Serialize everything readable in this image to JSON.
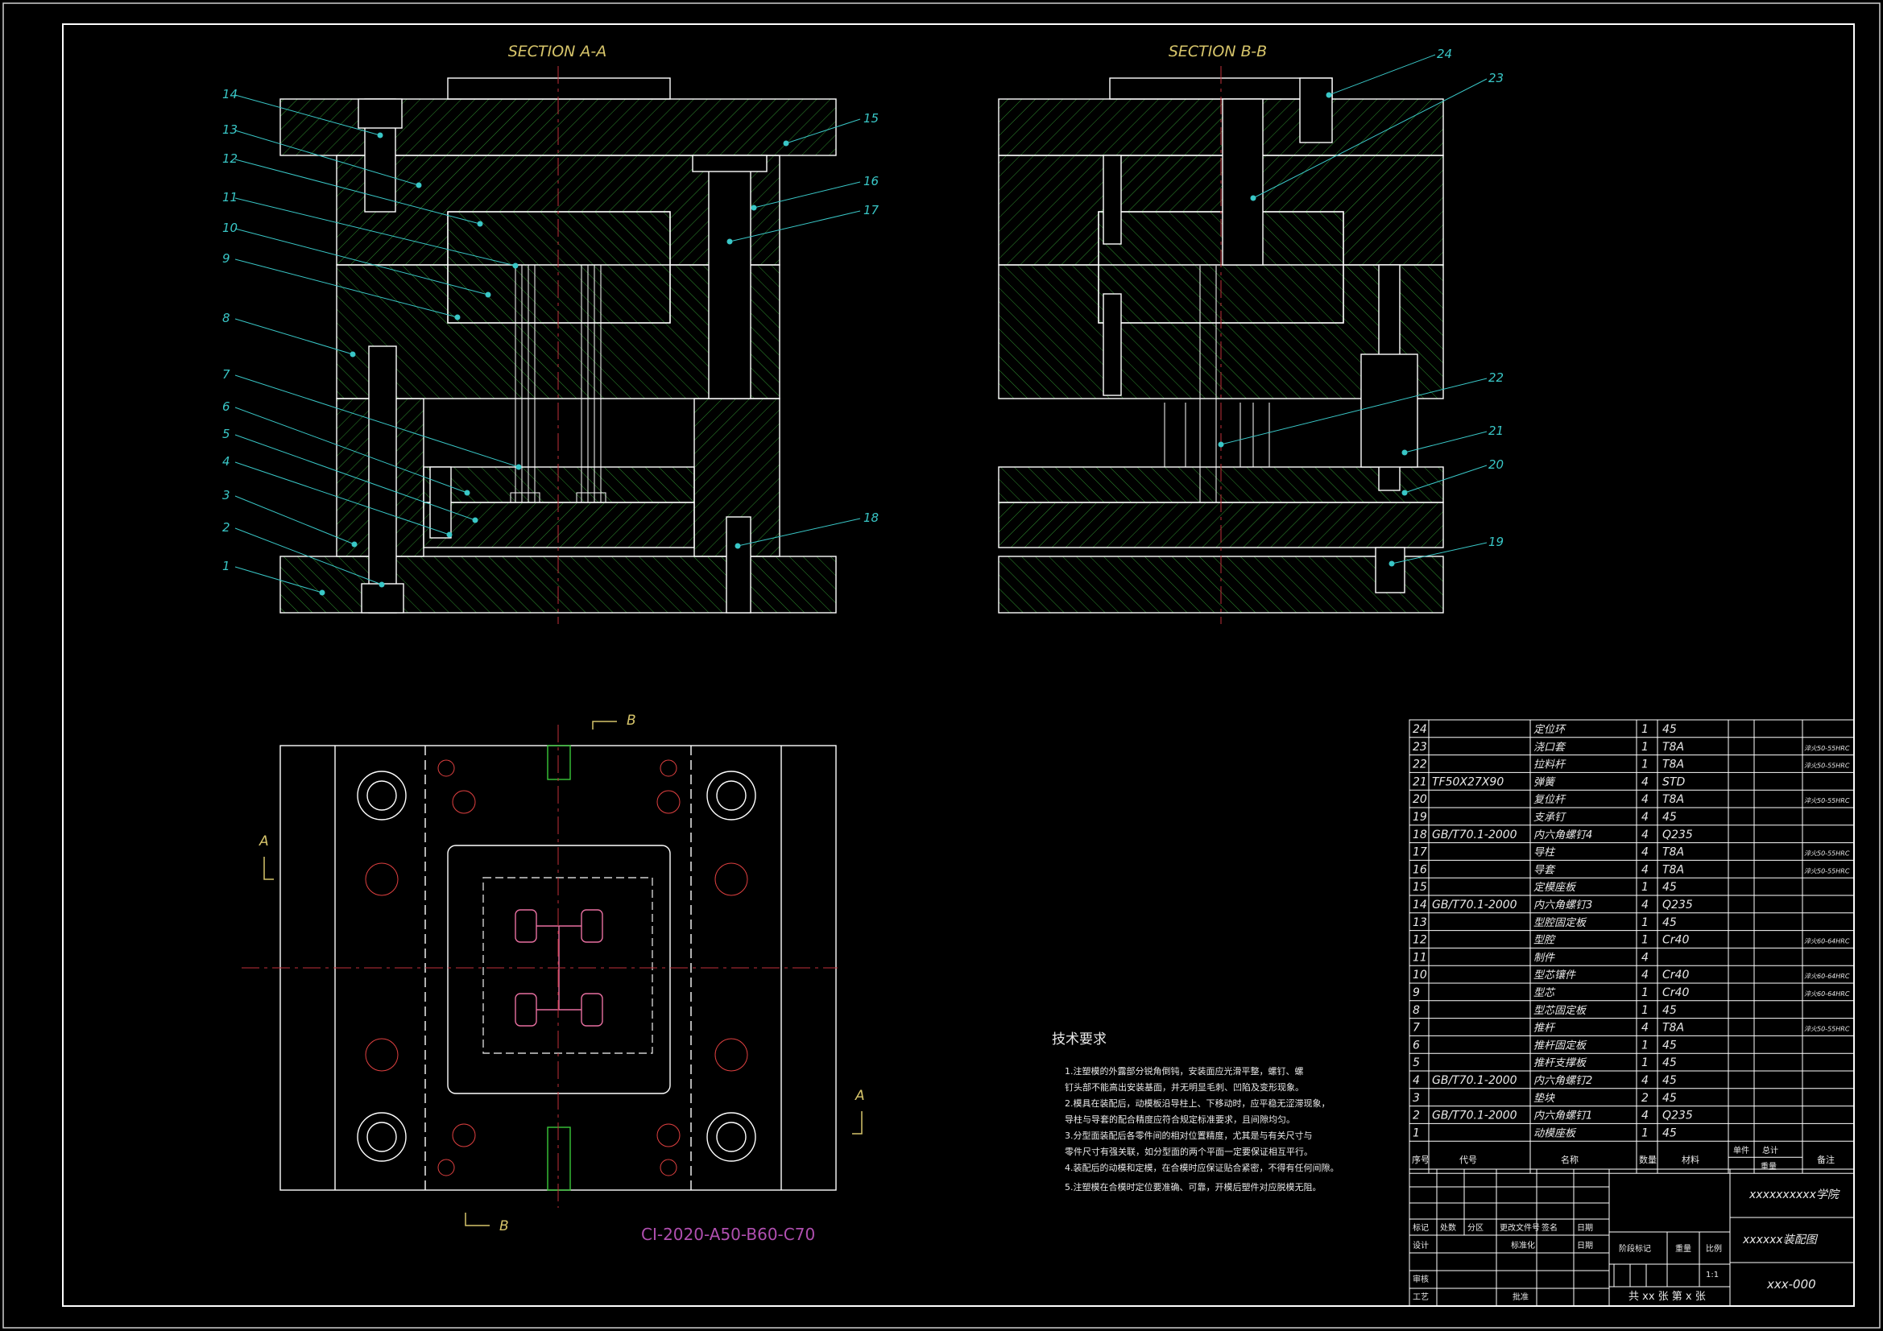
{
  "views": {
    "section_a_title": "SECTION A-A",
    "section_b_title": "SECTION B-B",
    "plan_b_top": "B",
    "plan_b_bottom": "B",
    "plan_a_left": "A",
    "plan_a_right": "A",
    "part_code": "CI-2020-A50-B60-C70"
  },
  "callouts_a": [
    "14",
    "13",
    "12",
    "11",
    "10",
    "9",
    "8",
    "7",
    "6",
    "5",
    "4",
    "3",
    "2",
    "1",
    "15",
    "16",
    "17",
    "18"
  ],
  "callouts_b": [
    "24",
    "23",
    "22",
    "21",
    "20",
    "19"
  ],
  "tech_req": {
    "title": "技术要求",
    "items": [
      "1.注塑模的外露部分锐角倒钝，安装面应光滑平整，螺钉、螺",
      "  钉头部不能高出安装基面，并无明显毛刺、凹陷及变形现象。",
      "2.模具在装配后，动模板沿导柱上、下移动时，应平稳无涩滞现象，",
      "  导柱与导套的配合精度应符合规定标准要求，且间隙均匀。",
      "3.分型面装配后各零件间的相对位置精度，尤其是与有关尺寸与",
      "  零件尺寸有强关联，如分型面的两个平面一定要保证相互平行。",
      "4.装配后的动模和定模，在合模时应保证贴合紧密，不得有任何间隙。",
      "5.注塑模在合模时定位要准确、可靠，开模后塑件对应脱模无阻。"
    ]
  },
  "bom": {
    "rows": [
      {
        "no": "24",
        "code": "",
        "name": "定位环",
        "qty": "1",
        "mat": "45",
        "note": ""
      },
      {
        "no": "23",
        "code": "",
        "name": "浇口套",
        "qty": "1",
        "mat": "T8A",
        "note": "淬火50-55HRC"
      },
      {
        "no": "22",
        "code": "",
        "name": "拉料杆",
        "qty": "1",
        "mat": "T8A",
        "note": "淬火50-55HRC"
      },
      {
        "no": "21",
        "code": "TF50X27X90",
        "name": "弹簧",
        "qty": "4",
        "mat": "STD",
        "note": ""
      },
      {
        "no": "20",
        "code": "",
        "name": "复位杆",
        "qty": "4",
        "mat": "T8A",
        "note": "淬火50-55HRC"
      },
      {
        "no": "19",
        "code": "",
        "name": "支承钉",
        "qty": "4",
        "mat": "45",
        "note": ""
      },
      {
        "no": "18",
        "code": "GB/T70.1-2000",
        "name": "内六角螺钉4",
        "qty": "4",
        "mat": "Q235",
        "note": ""
      },
      {
        "no": "17",
        "code": "",
        "name": "导柱",
        "qty": "4",
        "mat": "T8A",
        "note": "淬火50-55HRC"
      },
      {
        "no": "16",
        "code": "",
        "name": "导套",
        "qty": "4",
        "mat": "T8A",
        "note": "淬火50-55HRC"
      },
      {
        "no": "15",
        "code": "",
        "name": "定模座板",
        "qty": "1",
        "mat": "45",
        "note": ""
      },
      {
        "no": "14",
        "code": "GB/T70.1-2000",
        "name": "内六角螺钉3",
        "qty": "4",
        "mat": "Q235",
        "note": ""
      },
      {
        "no": "13",
        "code": "",
        "name": "型腔固定板",
        "qty": "1",
        "mat": "45",
        "note": ""
      },
      {
        "no": "12",
        "code": "",
        "name": "型腔",
        "qty": "1",
        "mat": "Cr40",
        "note": "淬火60-64HRC"
      },
      {
        "no": "11",
        "code": "",
        "name": "制件",
        "qty": "4",
        "mat": "",
        "note": ""
      },
      {
        "no": "10",
        "code": "",
        "name": "型芯镶件",
        "qty": "4",
        "mat": "Cr40",
        "note": "淬火60-64HRC"
      },
      {
        "no": "9",
        "code": "",
        "name": "型芯",
        "qty": "1",
        "mat": "Cr40",
        "note": "淬火60-64HRC"
      },
      {
        "no": "8",
        "code": "",
        "name": "型芯固定板",
        "qty": "1",
        "mat": "45",
        "note": ""
      },
      {
        "no": "7",
        "code": "",
        "name": "推杆",
        "qty": "4",
        "mat": "T8A",
        "note": "淬火50-55HRC"
      },
      {
        "no": "6",
        "code": "",
        "name": "推杆固定板",
        "qty": "1",
        "mat": "45",
        "note": ""
      },
      {
        "no": "5",
        "code": "",
        "name": "推杆支撑板",
        "qty": "1",
        "mat": "45",
        "note": ""
      },
      {
        "no": "4",
        "code": "GB/T70.1-2000",
        "name": "内六角螺钉2",
        "qty": "4",
        "mat": "45",
        "note": ""
      },
      {
        "no": "3",
        "code": "",
        "name": "垫块",
        "qty": "2",
        "mat": "45",
        "note": ""
      },
      {
        "no": "2",
        "code": "GB/T70.1-2000",
        "name": "内六角螺钉1",
        "qty": "4",
        "mat": "Q235",
        "note": ""
      },
      {
        "no": "1",
        "code": "",
        "name": "动模座板",
        "qty": "1",
        "mat": "45",
        "note": ""
      }
    ],
    "header": {
      "no": "序号",
      "code": "代号",
      "name": "名称",
      "qty": "数量",
      "mat": "材料",
      "unit": "单件",
      "total": "总计",
      "weight": "重量",
      "note": "备注"
    }
  },
  "title_block": {
    "school": "xxxxxxxxxx学院",
    "drawing_name": "xxxxxx装配图",
    "drawing_no": "xxx-000",
    "scale": "1:1",
    "sheets": "共 xx 张  第 x 张",
    "labels": {
      "mark": "标记",
      "count": "处数",
      "zone": "分区",
      "change_doc": "更改文件号",
      "sign": "签名",
      "date": "日期",
      "design": "设计",
      "standard": "标准化",
      "date2": "日期",
      "stage": "阶段标记",
      "weight": "重量",
      "scale": "比例",
      "review": "审核",
      "process": "工艺",
      "approve": "批准"
    }
  }
}
